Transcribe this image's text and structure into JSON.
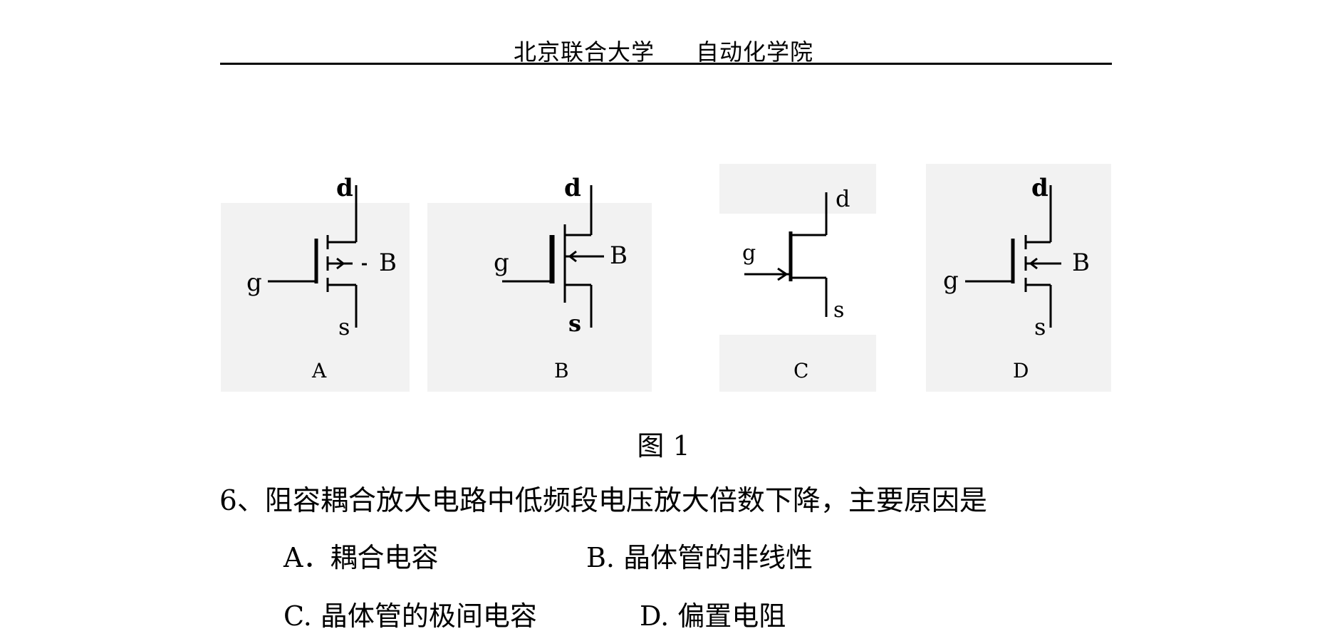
{
  "header": {
    "university": "北京联合大学",
    "school": "自动化学院"
  },
  "figure": {
    "caption": "图 1",
    "panels": [
      {
        "label": "A",
        "terminals": {
          "drain": "d",
          "gate": "g",
          "source": "s",
          "body": "B"
        }
      },
      {
        "label": "B",
        "terminals": {
          "drain": "d",
          "gate": "g",
          "source": "s",
          "body": "B"
        }
      },
      {
        "label": "C",
        "terminals": {
          "drain": "d",
          "gate": "g",
          "source": "s"
        }
      },
      {
        "label": "D",
        "terminals": {
          "drain": "d",
          "gate": "g",
          "source": "s",
          "body": "B"
        }
      }
    ]
  },
  "question": {
    "text": "6、阻容耦合放大电路中低频段电压放大倍数下降，主要原因是",
    "options": [
      {
        "text": "A．耦合电容"
      },
      {
        "text": "B. 晶体管的非线性"
      },
      {
        "text": "C. 晶体管的极间电容"
      },
      {
        "text": "D. 偏置电阻"
      }
    ]
  }
}
